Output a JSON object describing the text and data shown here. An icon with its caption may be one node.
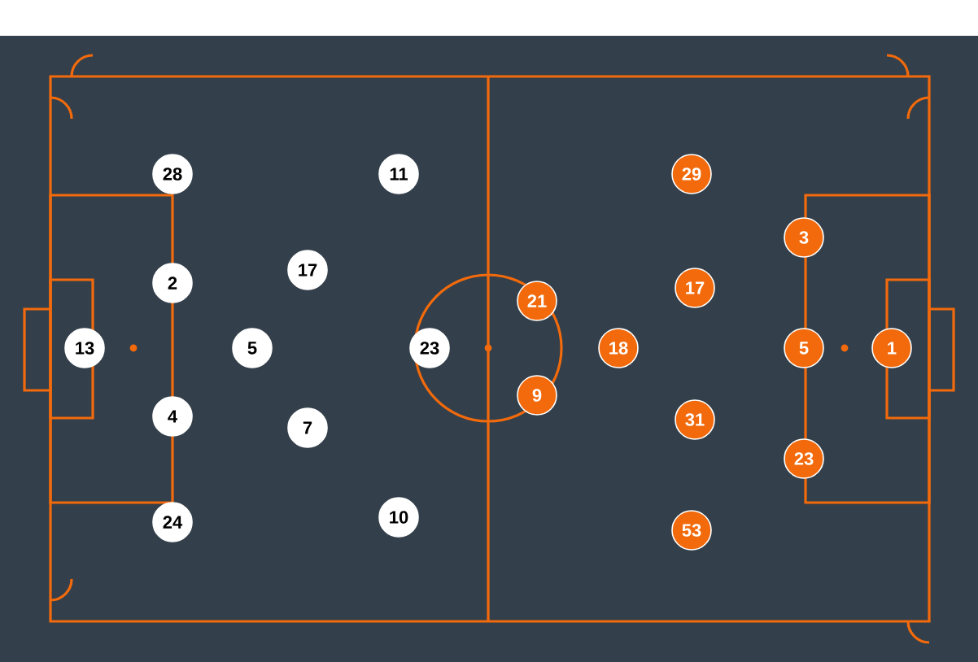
{
  "diagram": {
    "nodes": [
      {
        "text": [
          "28"
        ]
      },
      {
        "text": [
          "11"
        ]
      },
      {
        "text": [
          "17"
        ]
      },
      {
        "text": [
          "2"
        ]
      },
      {
        "text": [
          "13"
        ]
      },
      {
        "text": [
          "5"
        ]
      },
      {
        "text": [
          "23"
        ]
      },
      {
        "text": [
          "4"
        ]
      },
      {
        "text": [
          "7"
        ]
      },
      {
        "text": [
          "24"
        ]
      },
      {
        "text": [
          "10"
        ]
      },
      {
        "text": [
          "29"
        ]
      },
      {
        "text": [
          "3"
        ]
      },
      {
        "text": [
          "21"
        ]
      },
      {
        "text": [
          "17"
        ]
      },
      {
        "text": [
          "18"
        ]
      },
      {
        "text": [
          "5"
        ]
      },
      {
        "text": [
          "1"
        ]
      },
      {
        "text": [
          "9"
        ]
      },
      {
        "text": [
          "31"
        ]
      },
      {
        "text": [
          "23"
        ]
      },
      {
        "text": [
          "53"
        ]
      }
    ]
  }
}
